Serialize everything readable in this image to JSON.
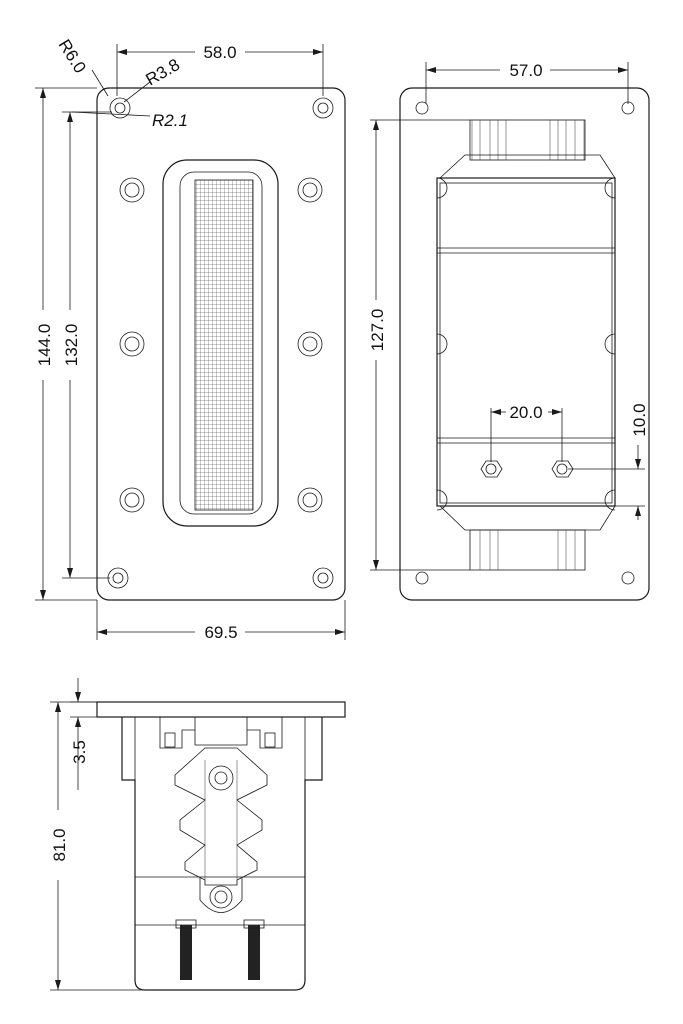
{
  "dimensions": {
    "front_top_width": "58.0",
    "front_outer_radius": "R6.0",
    "front_hole_radius": "R3.8",
    "front_inner_radius": "R2.1",
    "front_total_height": "144.0",
    "front_hole_height": "132.0",
    "front_total_width": "69.5",
    "rear_hole_width": "57.0",
    "rear_body_height": "127.0",
    "terminal_spacing": "20.0",
    "terminal_offset": "10.0",
    "side_flange": "3.5",
    "side_depth": "81.0"
  }
}
